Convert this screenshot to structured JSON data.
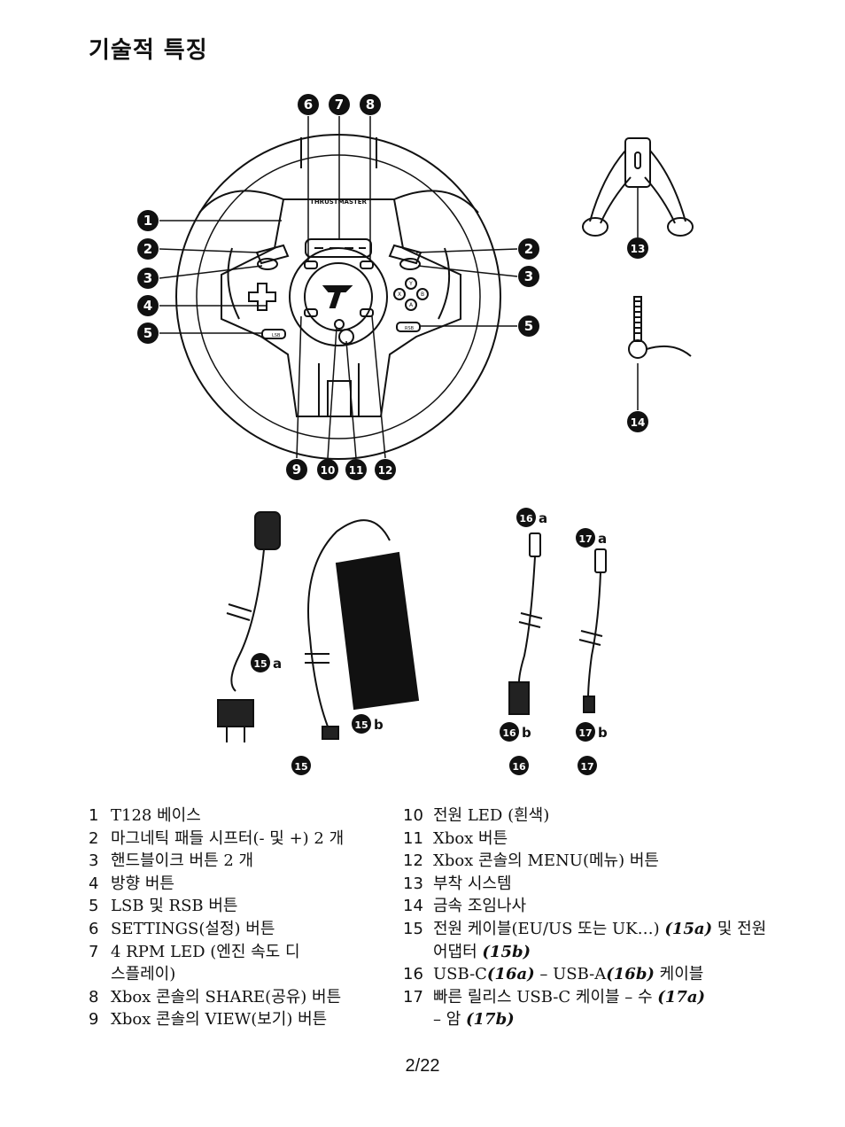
{
  "title": "기술적 특징",
  "figure": {
    "wheel_brand": "THRUSTMASTER",
    "wheel_buttons": {
      "lsb": "LSB",
      "rsb": "RSB",
      "y": "Y",
      "x": "X",
      "b": "B",
      "a": "A"
    },
    "callouts": [
      "1",
      "2",
      "3",
      "4",
      "5",
      "6",
      "7",
      "8",
      "9",
      "10",
      "11",
      "12",
      "13",
      "14",
      "15",
      "16",
      "17"
    ],
    "sub_labels": {
      "a": "a",
      "b": "b"
    }
  },
  "legend_left": [
    {
      "num": "1",
      "text": "T128 베이스"
    },
    {
      "num": "2",
      "text": "마그네틱 패들 시프터(- 및 +) 2 개"
    },
    {
      "num": "3",
      "text": "핸드블이크 버튼 2 개"
    },
    {
      "num": "4",
      "text": "방향 버튼"
    },
    {
      "num": "5",
      "text": "LSB 및 RSB 버튼"
    },
    {
      "num": "6",
      "text": "SETTINGS(설정) 버튼"
    },
    {
      "num": "7",
      "text": "4 RPM LED (엔진 속도 디스플레이)"
    },
    {
      "num": "8",
      "text": "Xbox 콘솔의 SHARE(공유) 버튼"
    },
    {
      "num": "9",
      "text": "Xbox 콘솔의 VIEW(보기) 버튼"
    }
  ],
  "legend_right": [
    {
      "num": "10",
      "text": "전원 LED (흰색)"
    },
    {
      "num": "11",
      "text": "Xbox 버튼"
    },
    {
      "num": "12",
      "text": "Xbox 콘솔의 MENU(메뉴) 버튼"
    },
    {
      "num": "13",
      "text": "부착 시스템"
    },
    {
      "num": "14",
      "text": "금속 조임나사"
    },
    {
      "num": "15",
      "text_a": "전원 케이블(EU/US 또는 UK…) ",
      "ref_a": "(15a)",
      "text_b": " 및 전원 어댑터 ",
      "ref_b": "(15b)"
    },
    {
      "num": "16",
      "text_a": "USB-C",
      "ref_a": "(16a)",
      "text_b": " – USB-A",
      "ref_b": "(16b)",
      "text_c": " 케이블"
    },
    {
      "num": "17",
      "text_a": "빠른 릴리스 USB-C 케이블 – 수 ",
      "ref_a": "(17a)",
      "text_b": " – 암 ",
      "ref_b": "(17b)"
    }
  ],
  "page_number": "2/22"
}
